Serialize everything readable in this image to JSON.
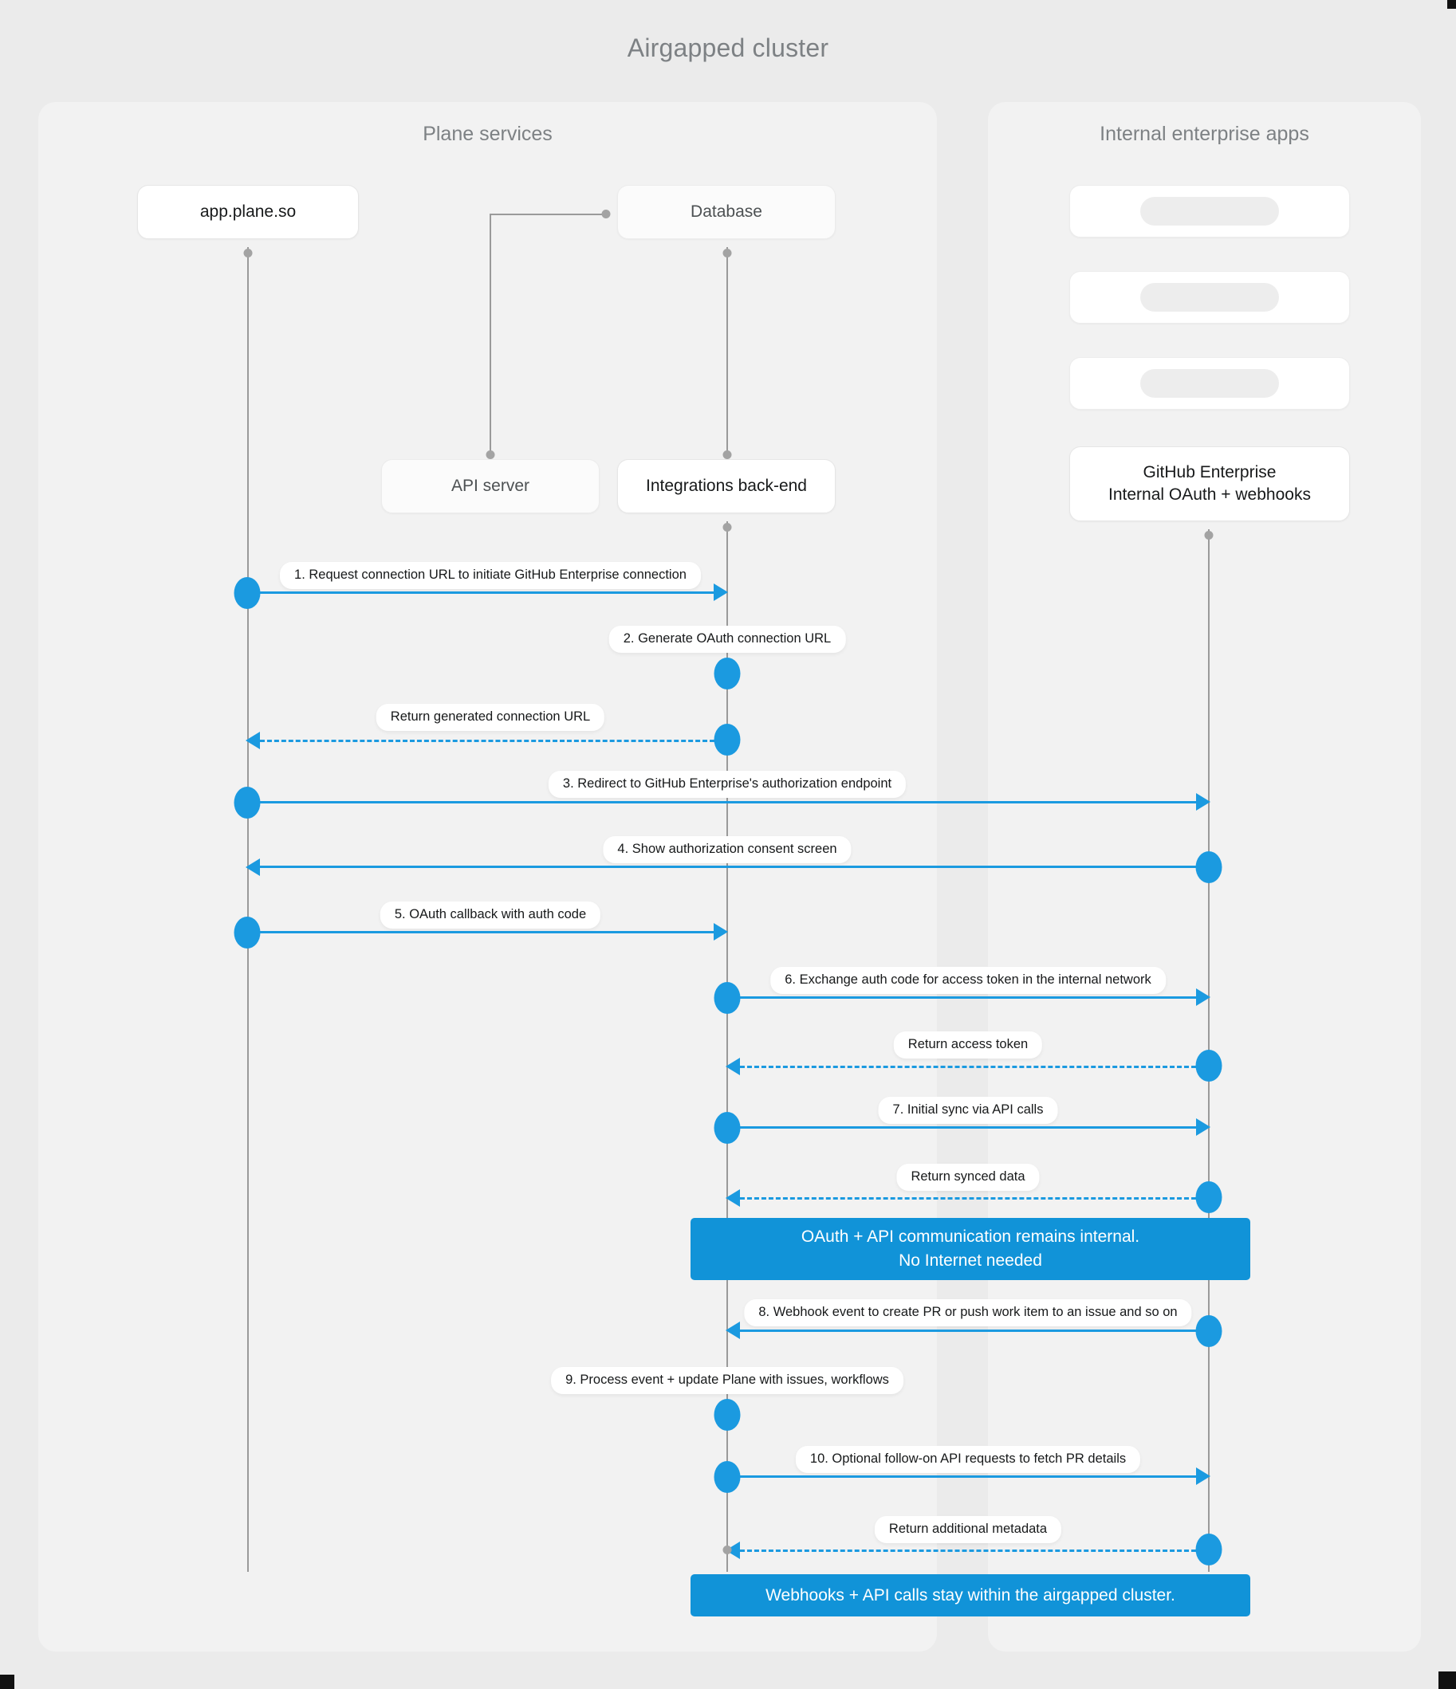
{
  "title": "Airgapped cluster",
  "panels": {
    "left": {
      "title": "Plane services"
    },
    "right": {
      "title": "Internal enterprise apps"
    }
  },
  "nodes": {
    "app_plane": "app.plane.so",
    "database": "Database",
    "api_server": "API server",
    "integrations": "Integrations back-end",
    "github_enterprise_line1": "GitHub Enterprise",
    "github_enterprise_line2": "Internal OAuth + webhooks",
    "placeholder_1": "",
    "placeholder_2": "",
    "placeholder_3": ""
  },
  "messages": [
    {
      "id": 1,
      "label": "1. Request connection URL to initiate GitHub Enterprise connection",
      "from": "app.plane.so",
      "to": "Integrations back-end",
      "style": "solid",
      "direction": "right"
    },
    {
      "id": 2,
      "label": "2. Generate OAuth connection URL",
      "from": "Integrations back-end",
      "to": "Integrations back-end",
      "style": "self",
      "direction": "self"
    },
    {
      "id": 3,
      "label": "Return generated connection URL",
      "from": "Integrations back-end",
      "to": "app.plane.so",
      "style": "dashed",
      "direction": "left"
    },
    {
      "id": 4,
      "label": "3. Redirect to GitHub Enterprise's authorization endpoint",
      "from": "app.plane.so",
      "to": "GitHub Enterprise",
      "style": "solid",
      "direction": "right"
    },
    {
      "id": 5,
      "label": "4. Show authorization consent screen",
      "from": "GitHub Enterprise",
      "to": "app.plane.so",
      "style": "solid",
      "direction": "left"
    },
    {
      "id": 6,
      "label": "5. OAuth callback with auth code",
      "from": "app.plane.so",
      "to": "Integrations back-end",
      "style": "solid",
      "direction": "right"
    },
    {
      "id": 7,
      "label": "6. Exchange auth code for access token in the internal network",
      "from": "Integrations back-end",
      "to": "GitHub Enterprise",
      "style": "solid",
      "direction": "right"
    },
    {
      "id": 8,
      "label": "Return access token",
      "from": "GitHub Enterprise",
      "to": "Integrations back-end",
      "style": "dashed",
      "direction": "left"
    },
    {
      "id": 9,
      "label": "7. Initial sync via API calls",
      "from": "Integrations back-end",
      "to": "GitHub Enterprise",
      "style": "solid",
      "direction": "right"
    },
    {
      "id": 10,
      "label": "Return synced data",
      "from": "GitHub Enterprise",
      "to": "Integrations back-end",
      "style": "dashed",
      "direction": "left"
    },
    {
      "id": 11,
      "label": "8. Webhook event to create PR  or push work item to an issue  and so on",
      "from": "GitHub Enterprise",
      "to": "Integrations back-end",
      "style": "solid",
      "direction": "left"
    },
    {
      "id": 12,
      "label": "9. Process event + update Plane with issues, workflows",
      "from": "Integrations back-end",
      "to": "Integrations back-end",
      "style": "self",
      "direction": "self"
    },
    {
      "id": 13,
      "label": "10. Optional follow-on API requests to fetch PR details",
      "from": "Integrations back-end",
      "to": "GitHub Enterprise",
      "style": "solid",
      "direction": "right"
    },
    {
      "id": 14,
      "label": "Return additional metadata",
      "from": "GitHub Enterprise",
      "to": "Integrations back-end",
      "style": "dashed",
      "direction": "left"
    }
  ],
  "notes": {
    "note_1_line1": "OAuth + API communication remains internal.",
    "note_1_line2": "No Internet needed",
    "note_2": "Webhooks + API calls stay within the airgapped cluster."
  },
  "colors": {
    "accent_blue": "#1193d8",
    "arrow_blue": "#1b9ae0",
    "background": "#ebebeb",
    "panel": "#f2f2f2",
    "node_bg": "#ffffff",
    "lifeline": "#9a9a9a",
    "title_text": "#7d8184"
  }
}
